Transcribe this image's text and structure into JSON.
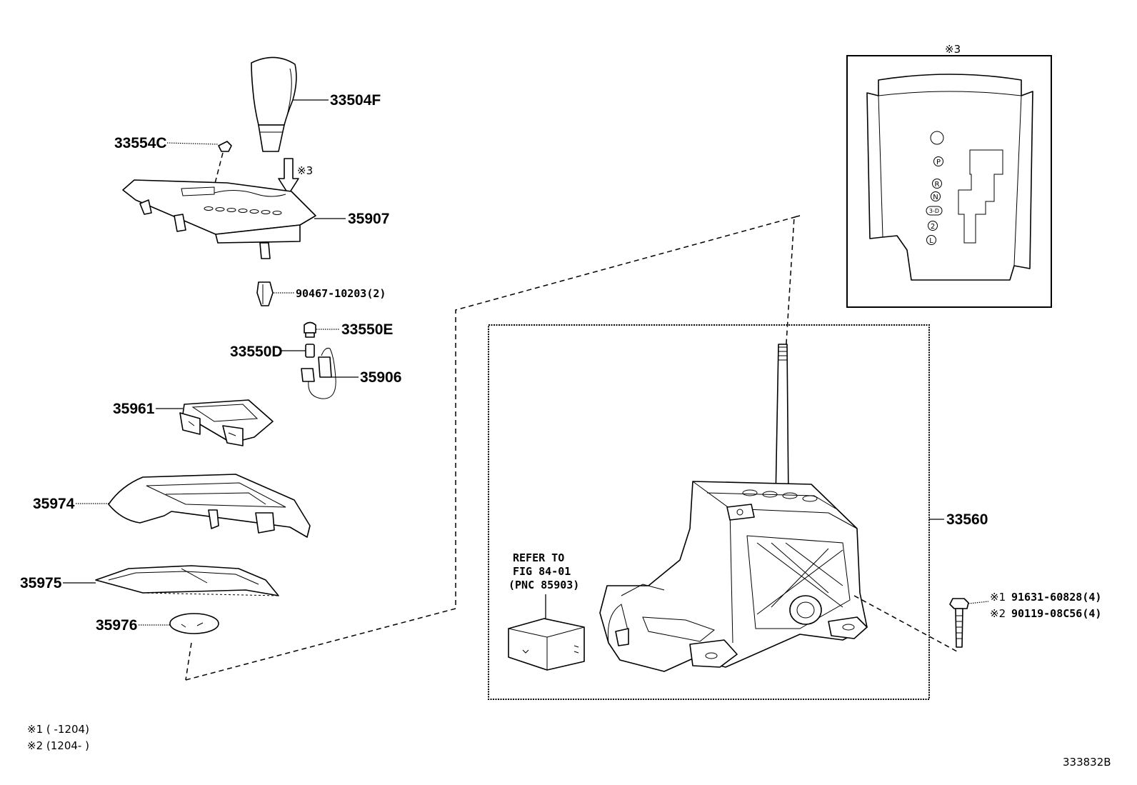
{
  "parts": {
    "knob": "33504F",
    "clip_top": "33554C",
    "indicator_housing": "35907",
    "clip_pair": "90467-10203(2)",
    "bulb": "33550E",
    "socket": "33550D",
    "wire": "35906",
    "bracket": "35961",
    "cover_lower": "35974",
    "plate": "35975",
    "cap": "35976",
    "shift_assembly": "33560",
    "bolt_alt1": "91631-60828(4)",
    "bolt_alt2": "90119-08C56(4)"
  },
  "markers": {
    "m1": "※1",
    "m2": "※2",
    "m3": "※3"
  },
  "refer": {
    "line1": "REFER TO",
    "line2": "FIG 84-01",
    "line3": "(PNC 85903)"
  },
  "legend": {
    "note1": "※1 (      -1204)",
    "note2": "※2 (1204-      )"
  },
  "inset": {
    "gear_positions": [
      "P",
      "R",
      "N",
      "3-D",
      "2",
      "L"
    ]
  },
  "footer": {
    "diagram_id": "333832B"
  }
}
